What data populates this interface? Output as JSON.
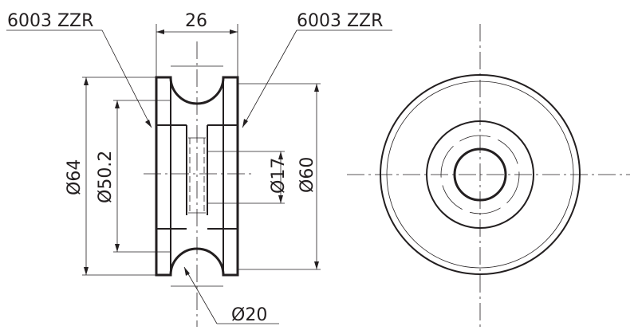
{
  "side_view": {
    "bearing_left": "6003 ZZR",
    "bearing_right": "6003 ZZR",
    "width": "26",
    "outer_diameter": "Ø64",
    "groove_bottom_diameter": "Ø50.2",
    "shaft_diameter": "Ø17",
    "flange_diameter": "Ø60",
    "groove_radius_diameter": "Ø20"
  }
}
